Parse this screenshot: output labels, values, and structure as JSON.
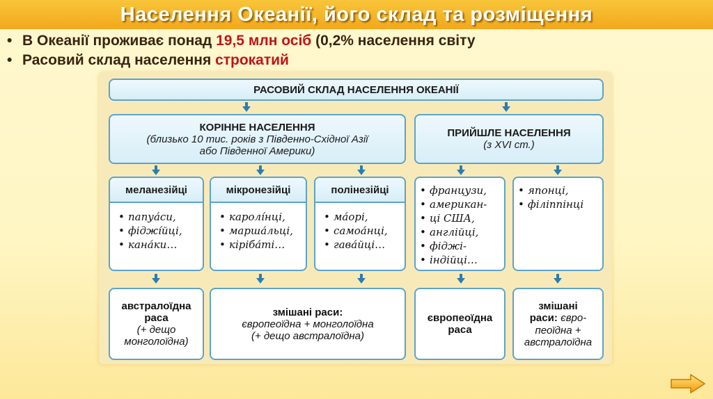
{
  "title": "Населення Океанії, його склад та розміщення",
  "bullets": [
    {
      "pre": "В Океанії проживає понад ",
      "hl": "19,5 млн осіб",
      "post": " (0,2% населення світу"
    },
    {
      "pre": "Расовий склад населення ",
      "hl": "строкатий",
      "post": ""
    }
  ],
  "diagram": {
    "root": "РАСОВИЙ СКЛАД НАСЕЛЕННЯ ОКЕАНІЇ",
    "native": {
      "title": "КОРІННЕ НАСЕЛЕННЯ",
      "sub1": "(близько 10 тис. років з Південно-Східної Азії",
      "sub2": "або Південної Америки)"
    },
    "arrived": {
      "title": "ПРИЙШЛЕ НАСЕЛЕННЯ",
      "sub": "(з XVI ст.)"
    },
    "groups": [
      {
        "label": "меланезійці",
        "items": [
          "папуа́си,",
          "фіджі́йці,",
          "кана́ки…"
        ]
      },
      {
        "label": "мікронезійці",
        "items": [
          "каролі́нці,",
          "марша́льці,",
          "кірiба́ті…"
        ]
      },
      {
        "label": "полінезійці",
        "items": [
          "ма́орі,",
          "самоа́нці,",
          "гава́йці…"
        ]
      }
    ],
    "arrived_lists": [
      {
        "items": [
          "французи,",
          "американ-",
          "ці США,",
          "англійці,",
          "фіджі-",
          "індійці…"
        ]
      },
      {
        "items": [
          "японці,",
          "філіппінці"
        ]
      }
    ],
    "races": {
      "r1_b1": "австралоїдна",
      "r1_b2": "раса",
      "r1_i1": "(+ дещо",
      "r1_i2": "монголоїдна)",
      "r2_b": "змішані раси:",
      "r2_i1": "європеоїдна + монголоїдна",
      "r2_i2": "(+ дещо австралоїдна)",
      "r3_b1": "європеоїдна",
      "r3_b2": "раса",
      "r4_b1": "змішані",
      "r4_b2": "раси:",
      "r4_i1": "євро-",
      "r4_i2": "пеоїдна +",
      "r4_i3": "австралоїдна"
    }
  },
  "nav": {
    "next_icon": "arrow-right-icon"
  },
  "colors": {
    "title_bg": "#f2a81c",
    "box_border": "#5ba3c9",
    "arrow": "#2a7db0",
    "highlight": "#c0141a"
  }
}
